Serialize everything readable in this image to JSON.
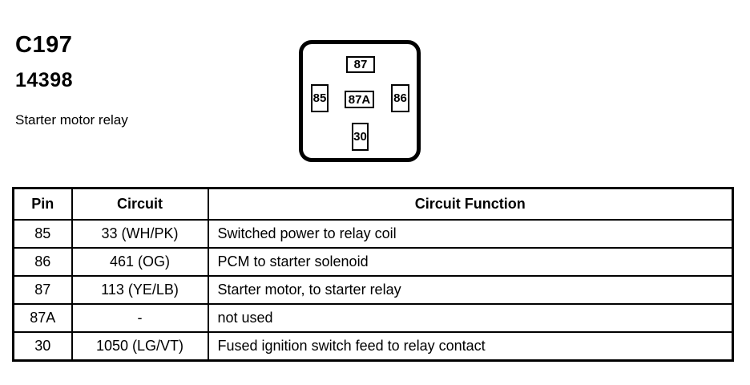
{
  "header": {
    "connector_id": "C197",
    "part_number": "14398",
    "description": "Starter motor relay"
  },
  "relay_diagram": {
    "pins": [
      {
        "label": "87"
      },
      {
        "label": "85"
      },
      {
        "label": "87A"
      },
      {
        "label": "86"
      },
      {
        "label": "30"
      }
    ]
  },
  "pinout_table": {
    "headers": {
      "pin": "Pin",
      "circuit": "Circuit",
      "function": "Circuit Function"
    },
    "rows": [
      {
        "pin": "85",
        "circuit": "33 (WH/PK)",
        "function": "Switched power to relay coil"
      },
      {
        "pin": "86",
        "circuit": "461 (OG)",
        "function": "PCM to starter solenoid"
      },
      {
        "pin": "87",
        "circuit": "113 (YE/LB)",
        "function": "Starter motor, to starter relay"
      },
      {
        "pin": "87A",
        "circuit": "-",
        "function": "not used"
      },
      {
        "pin": "30",
        "circuit": "1050 (LG/VT)",
        "function": "Fused ignition switch feed to relay contact"
      }
    ]
  },
  "colors": {
    "ink": "#000000",
    "paper": "#ffffff"
  }
}
